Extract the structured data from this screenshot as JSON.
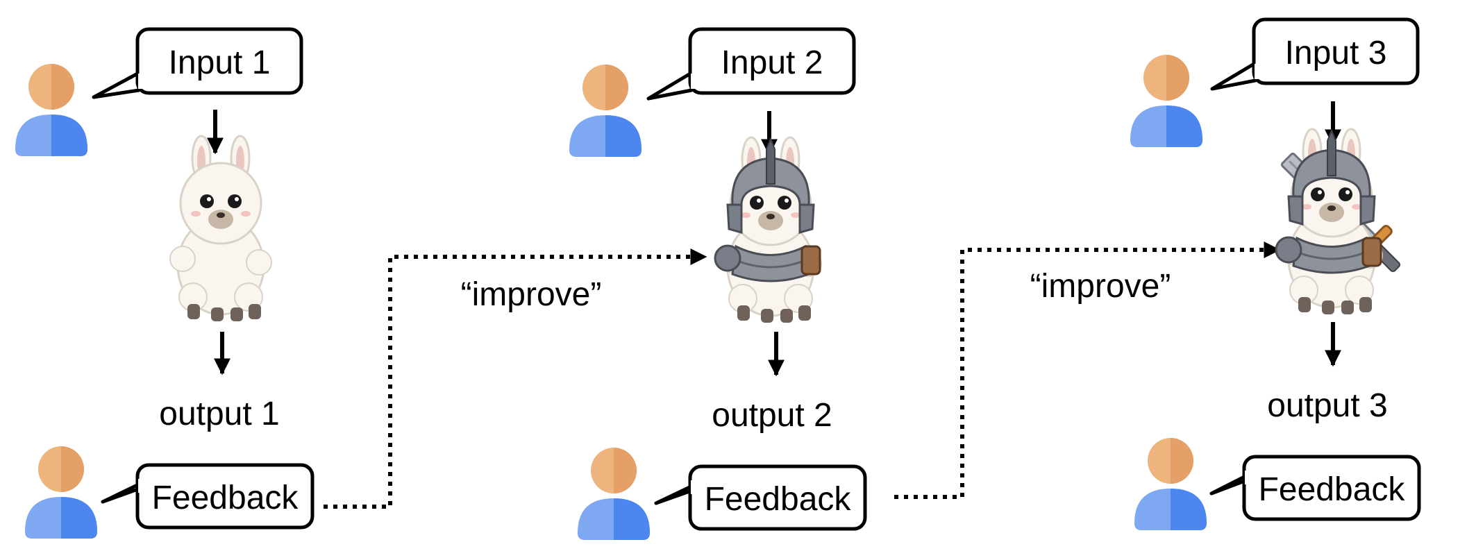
{
  "stages": [
    {
      "input_label": "Input 1",
      "output_label": "output 1",
      "feedback_label": "Feedback",
      "armor": "none"
    },
    {
      "input_label": "Input 2",
      "output_label": "output 2",
      "feedback_label": "Feedback",
      "armor": "helmet-and-armor"
    },
    {
      "input_label": "Input 3",
      "output_label": "output 3",
      "feedback_label": "Feedback",
      "armor": "helmet-armor-and-sword"
    }
  ],
  "transitions": [
    {
      "label": "“improve”"
    },
    {
      "label": "“improve”"
    }
  ],
  "colors": {
    "user_head": "#EDB47E",
    "user_head_shade": "#E4A066",
    "user_body": "#7FA8F3",
    "user_body_shade": "#4C86EE",
    "llama_wool": "#FAF6EF",
    "llama_face": "#C7B7A6",
    "armor": "#8E929B",
    "armor_dark": "#5D616B",
    "sword_blade": "#B9BDC5",
    "sword_guard": "#D8903F",
    "outline": "#000000"
  }
}
